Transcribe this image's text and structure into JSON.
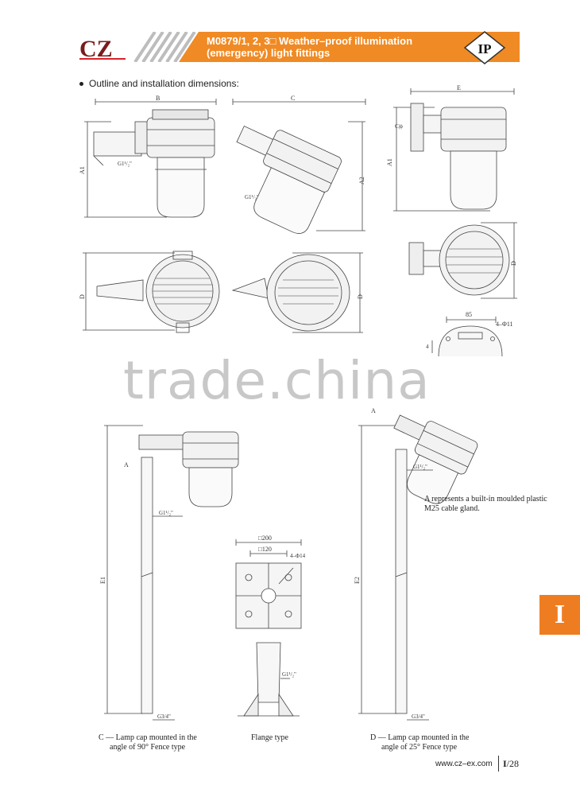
{
  "header": {
    "logo_text": "CZ",
    "title_line1": "M0879/1, 2, 3□ Weather–proof illumination",
    "title_line2": "(emergency) light fittings",
    "badge": "IP"
  },
  "section_heading": "Outline and installation dimensions:",
  "dimension_labels": {
    "B": "B",
    "C": "C",
    "E": "E",
    "A1": "A1",
    "A2": "A2",
    "D": "D",
    "G1_2": "G1¹/₂\"",
    "C_phi": "C|ϕ",
    "d85": "85",
    "phi11": "4–Φ11",
    "A": "A",
    "E1": "E1",
    "E2": "E2",
    "G3_4": "G3/4\"",
    "sq200": "□200",
    "sq120": "□120",
    "phi14": "4–Φ14",
    "d4": "4"
  },
  "watermark": "trade.china",
  "note": {
    "line1": "A represents a built-in moulded plastic",
    "line2": "M25 cable gland."
  },
  "captions": {
    "c_line1": "C — Lamp cap mounted in the",
    "c_line2": "angle of 90°  Fence type",
    "flange": "Flange type",
    "d_line1": "D — Lamp cap mounted in the",
    "d_line2": "angle of 25°  Fence type"
  },
  "side_tab": "I",
  "footer": {
    "url": "www.cz–ex.com",
    "page_section": "I",
    "page_number": "/28"
  },
  "colors": {
    "accent": "#f08a24",
    "tab": "#ee7d22",
    "logo_red": "#d8232a",
    "logo_dark": "#7a1b1b"
  }
}
